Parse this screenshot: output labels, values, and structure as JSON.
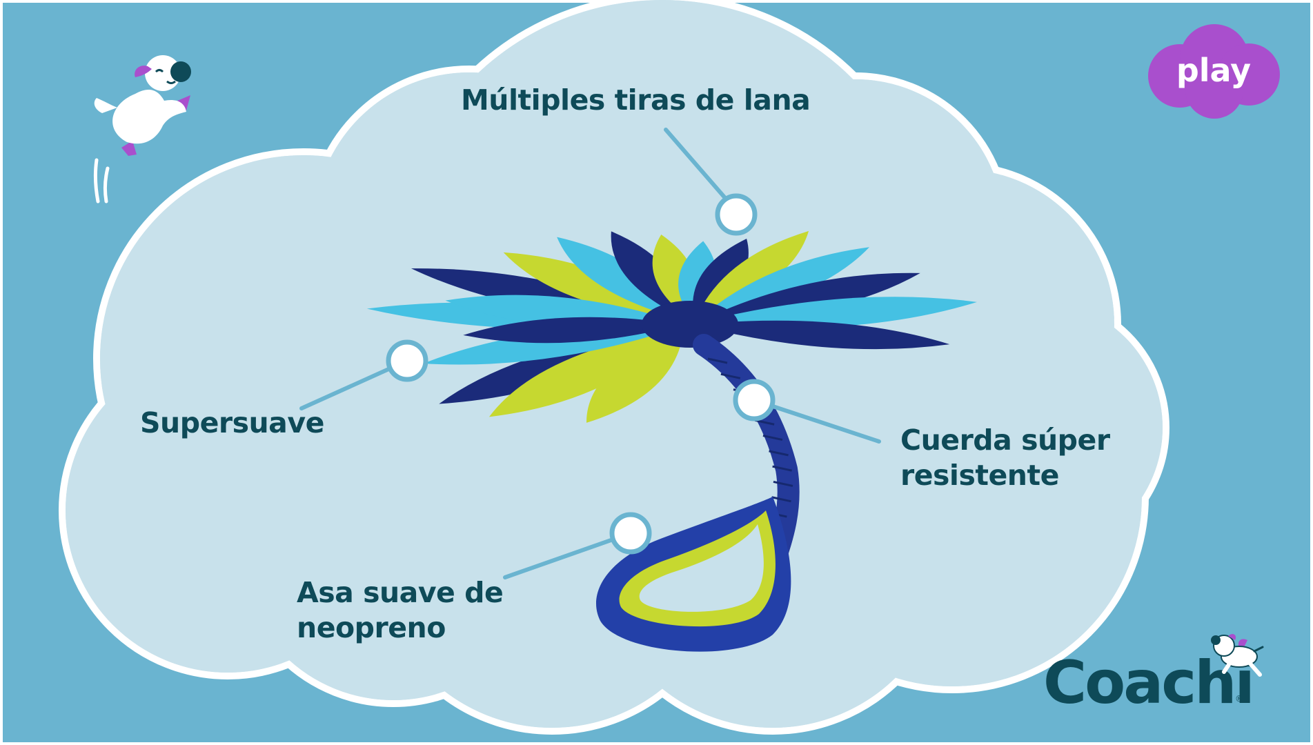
{
  "colors": {
    "background": "#6ab4d0",
    "cloud": "#c8e1eb",
    "cloud_border": "#ffffff",
    "text": "#0e4a58",
    "accent": "#a94fcd",
    "leader_line": "#6ab4d0",
    "fleece_light_blue": "#45c1e3",
    "fleece_navy": "#1b2b7a",
    "fleece_lime": "#c6d830"
  },
  "badge": {
    "label": "play"
  },
  "callouts": {
    "strips": {
      "text": "Múltiples tiras de lana"
    },
    "soft": {
      "text": "Supersuave"
    },
    "rope": {
      "line1": "Cuerda súper",
      "line2": "resistente"
    },
    "handle": {
      "line1": "Asa suave de",
      "line2": "neopreno"
    }
  },
  "brand": {
    "name": "Coachi",
    "mark": "®"
  },
  "illustrations": {
    "top_left": "jumping-dog-with-ball-icon",
    "bottom_right": "running-dog-icon",
    "product": "fleece-tug-toy"
  }
}
